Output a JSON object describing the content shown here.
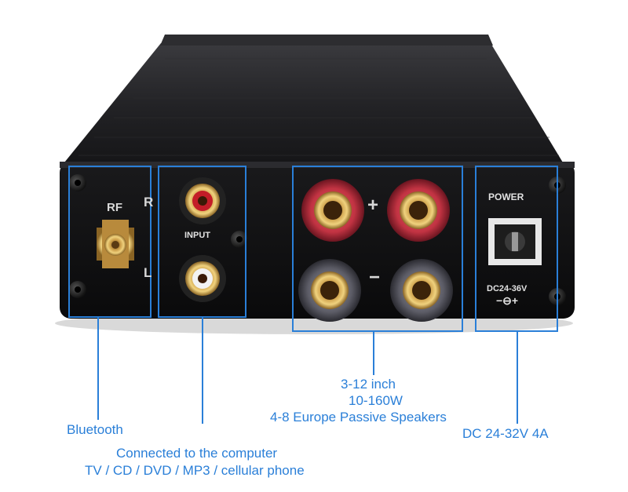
{
  "panel": {
    "rf_label": "RF",
    "r_label": "R",
    "l_label": "L",
    "input_label": "INPUT",
    "plus_label": "+",
    "minus_label": "−",
    "power_label": "POWER",
    "dc_label": "DC24-36V",
    "polarity_label": "−⊖+"
  },
  "annotations": {
    "bluetooth": "Bluetooth",
    "computer_line1": "Connected to the computer",
    "computer_line2": "TV / CD / DVD / MP3 / cellular phone",
    "speakers_line1": "3-12 inch",
    "speakers_line2": "10-160W",
    "speakers_line3": "4-8 Europe Passive Speakers",
    "power_spec": "DC 24-32V  4A"
  },
  "colors": {
    "annotation_blue": "#2a7fd8",
    "chassis": "#1c1c1e",
    "panel_face": "#0d0d0e"
  }
}
